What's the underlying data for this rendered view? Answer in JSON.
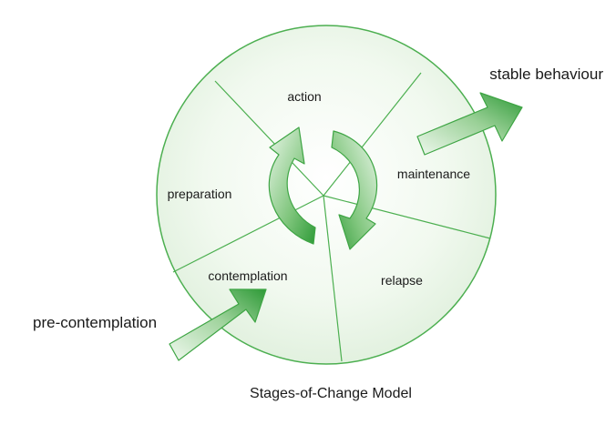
{
  "diagram": {
    "caption": "Stages-of-Change Model",
    "stages": {
      "action": "action",
      "maintenance": "maintenance",
      "preparation": "preparation",
      "contemplation": "contemplation",
      "relapse": "relapse"
    },
    "entry_label": "pre-contemplation",
    "exit_label": "stable behaviour",
    "colors": {
      "outline": "#4caf50",
      "fill_light": "#f4fbf3",
      "fill_mid": "#e3f3e1",
      "arrow_dark": "#3ea544",
      "arrow_light": "#e9f6e8"
    }
  }
}
